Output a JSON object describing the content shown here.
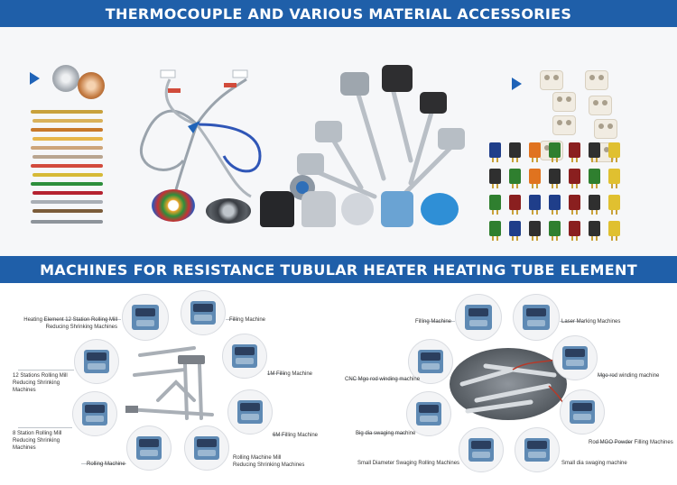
{
  "banners": {
    "top": "THERMOCOUPLE AND VARIOUS MATERIAL ACCESSORIES",
    "bottom": "MACHINES FOR RESISTANCE TUBULAR HEATER HEATING TUBE ELEMENT"
  },
  "left_machines": {
    "heating_element_12": "Heating Element 12 Station Rolling Mill Reducing Shrinking Machines",
    "twelve_stations": "12 Stations Rolling Mill Reducing Shrinking Machines",
    "eight_station": "8 Station Rolling Mill Reducing Shrinking Machines",
    "rolling_machine": "Rolling Machine",
    "filling_machine": "Filling Machine",
    "filling_1m": "1M Filling Machine",
    "filling_6m": "6M Filling Machine",
    "rolling_mill_reducing": "Rolling Machine Mill Reducing Shrinking Machines"
  },
  "right_machines": {
    "filling_machine": "Filling Machine",
    "laser_marking": "Laser Marking Machines",
    "cnc_mgo": "CNC Mgo rod winding machine",
    "mgo_rod_winding": "Mgo rod winding machine",
    "big_dia_swaging": "Big dia swaging machine",
    "rod_mgo_powder": "Rod MGO Powder Filling Machines",
    "small_diameter_swaging": "Small Diameter Swaging Rolling Machines",
    "small_dia_swaging": "Small dia swaging machine"
  },
  "colors": {
    "banner": "#1f5fa9",
    "arrow": "#1f63b8"
  }
}
